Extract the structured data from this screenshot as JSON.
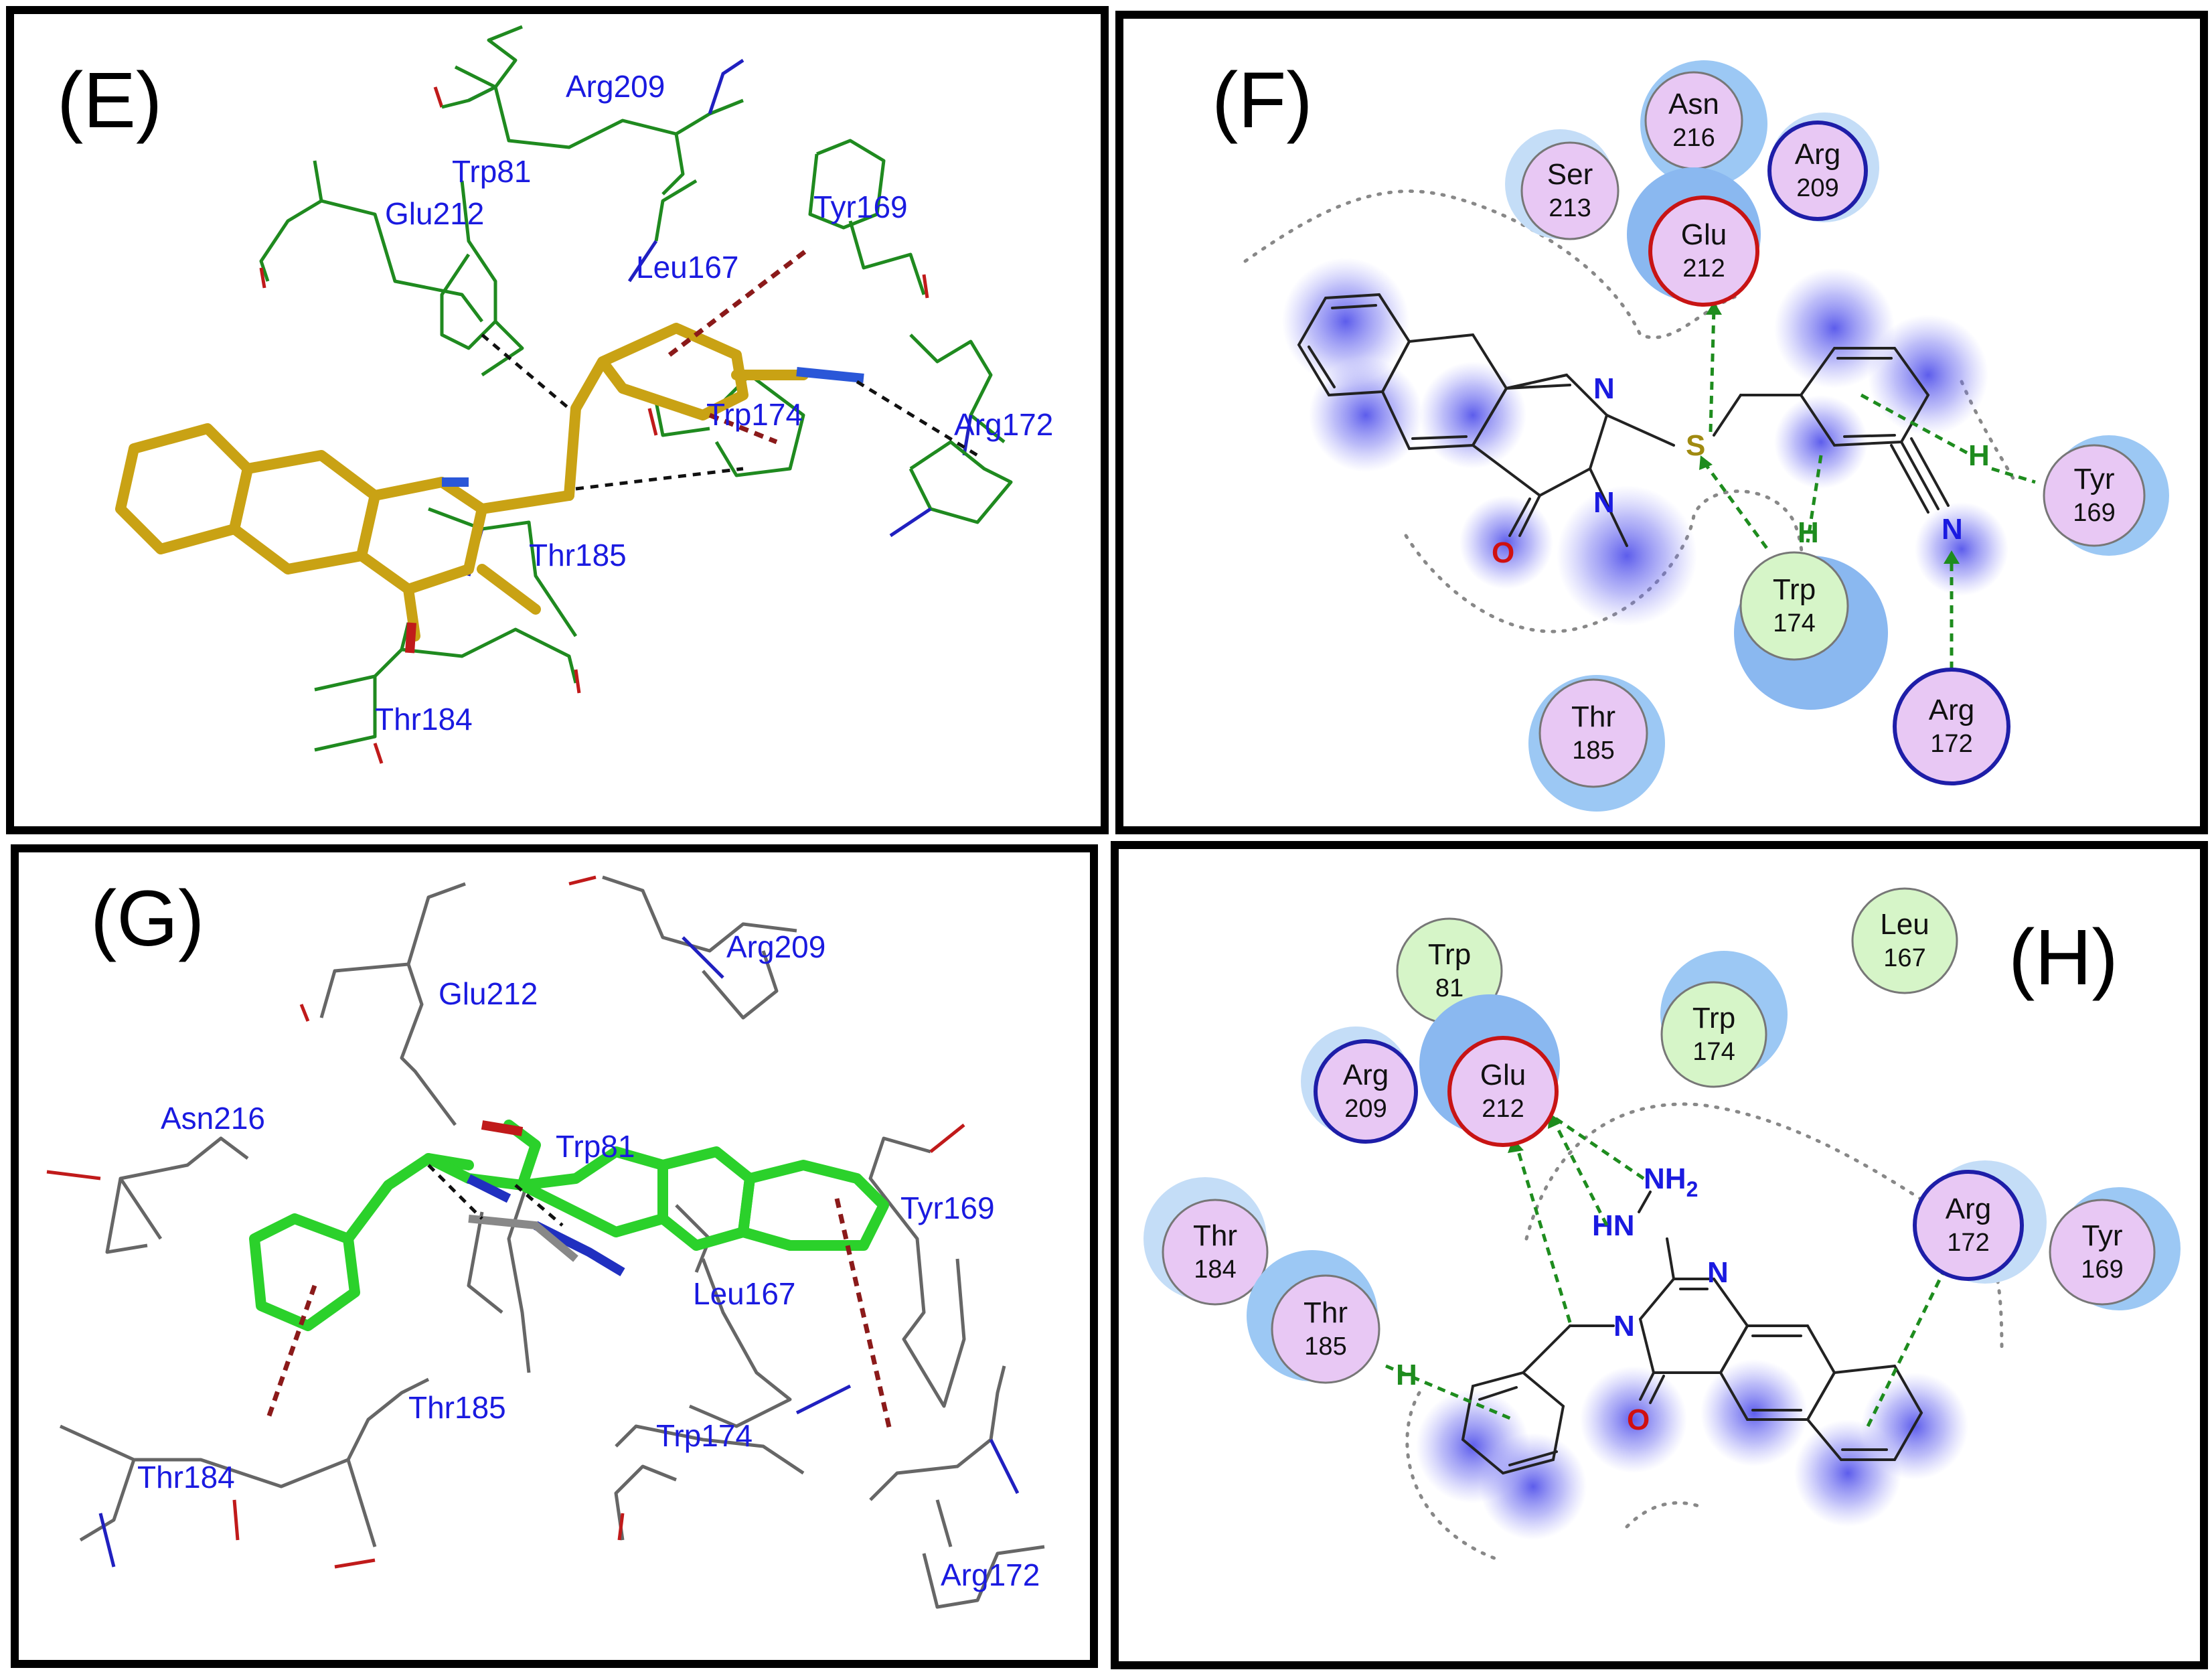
{
  "panels": {
    "E": {
      "letter": "(E)",
      "residues": [
        "Arg209",
        "Trp81",
        "Glu212",
        "Tyr169",
        "Leu167",
        "Trp174",
        "Arg172",
        "Thr185",
        "Thr184"
      ]
    },
    "F": {
      "letter": "(F)",
      "nodes": [
        {
          "name": "Asn",
          "num": "216",
          "type": "polar"
        },
        {
          "name": "Ser",
          "num": "213",
          "type": "polar"
        },
        {
          "name": "Arg",
          "num": "209",
          "type": "basic"
        },
        {
          "name": "Glu",
          "num": "212",
          "type": "acidic"
        },
        {
          "name": "Tyr",
          "num": "169",
          "type": "polar"
        },
        {
          "name": "Trp",
          "num": "174",
          "type": "greasy"
        },
        {
          "name": "Thr",
          "num": "185",
          "type": "polar"
        },
        {
          "name": "Arg",
          "num": "172",
          "type": "basic"
        }
      ],
      "atoms": {
        "n1": "N",
        "n2": "N",
        "o": "O",
        "s": "S",
        "n_nitrile": "N",
        "h1": "H",
        "h2": "H"
      }
    },
    "G": {
      "letter": "(G)",
      "residues": [
        "Arg209",
        "Glu212",
        "Asn216",
        "Trp81",
        "Tyr169",
        "Leu167",
        "Thr185",
        "Thr184",
        "Trp174",
        "Arg172"
      ]
    },
    "H": {
      "letter": "(H)",
      "nodes": [
        {
          "name": "Trp",
          "num": "81",
          "type": "greasy"
        },
        {
          "name": "Leu",
          "num": "167",
          "type": "greasy"
        },
        {
          "name": "Trp",
          "num": "174",
          "type": "greasy"
        },
        {
          "name": "Arg",
          "num": "209",
          "type": "basic"
        },
        {
          "name": "Glu",
          "num": "212",
          "type": "acidic"
        },
        {
          "name": "Thr",
          "num": "184",
          "type": "polar"
        },
        {
          "name": "Thr",
          "num": "185",
          "type": "polar"
        },
        {
          "name": "Arg",
          "num": "172",
          "type": "basic"
        },
        {
          "name": "Tyr",
          "num": "169",
          "type": "polar"
        }
      ],
      "atoms": {
        "nh2": "NH",
        "nh2_sub": "2",
        "hn": "HN",
        "n1": "N",
        "n2": "N",
        "o": "O",
        "h": "H"
      }
    }
  },
  "colors": {
    "polar": "#e8c8f4",
    "greasy": "#d6f5c8",
    "basic_ring": "#1e1ea8",
    "acidic_ring": "#c81414",
    "halo": "#9cc8f4",
    "ligand_e": "#c9a214",
    "ligand_g": "#2bd12b",
    "residue_text": "#1a1ae0"
  }
}
